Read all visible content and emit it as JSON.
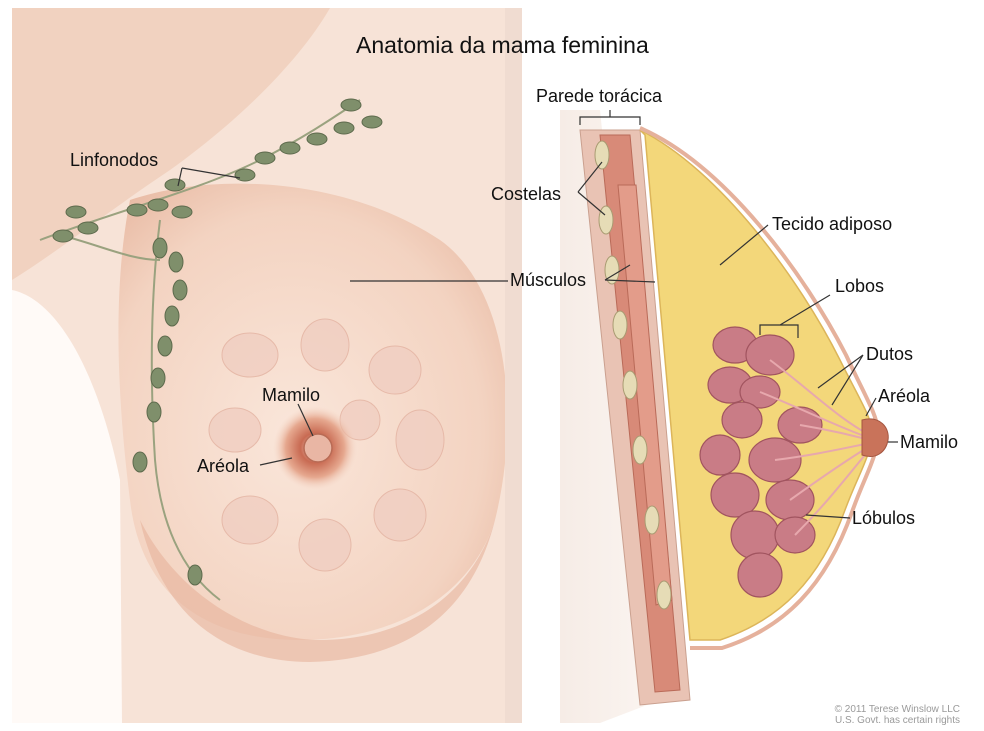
{
  "title": "Anatomia da mama feminina",
  "labels": {
    "linfonodos": "Linfonodos",
    "parede_toracica": "Parede torácica",
    "costelas": "Costelas",
    "musculos": "Músculos",
    "tecido_adiposo": "Tecido adiposo",
    "lobos": "Lobos",
    "dutos": "Dutos",
    "areola_right": "Aréola",
    "mamilo_right": "Mamilo",
    "lobulos": "Lóbulos",
    "mamilo_left": "Mamilo",
    "areola_left": "Aréola"
  },
  "credit": {
    "line1": "© 2011 Terese Winslow LLC",
    "line2": "U.S. Govt. has certain rights"
  },
  "colors": {
    "skin": "#f6dccd",
    "skin_shadow": "#e8b9a2",
    "lymph_node": "#7f8f6b",
    "fat": "#f3d77a",
    "lobe": "#c97c86",
    "muscle": "#d88a78",
    "nipple": "#c9735a"
  }
}
